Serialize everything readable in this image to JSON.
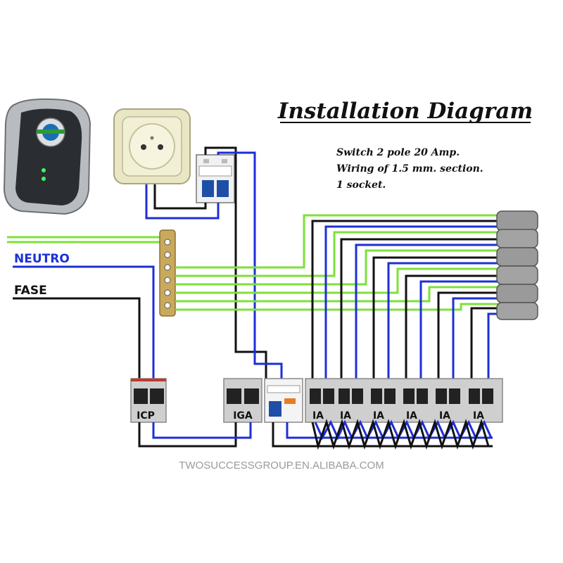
{
  "title": "Installation Diagram",
  "notes": [
    "Switch 2 pole 20 Amp.",
    "Wiring of 1.5 mm. section.",
    "1 socket."
  ],
  "wire_labels": {
    "neutral": "NEUTRO",
    "phase": "FASE"
  },
  "breakers": {
    "icp": "ICP",
    "iga": "IGA",
    "ia": [
      "IA",
      "IA",
      "IA",
      "IA",
      "IA",
      "IA"
    ]
  },
  "watermark": "TWOSUCCESSGROUP.EN.ALIBABA.COM",
  "colors": {
    "ground": "#7ee03a",
    "neutral": "#1d2fd6",
    "phase": "#111111",
    "title_underline": "#111111"
  },
  "icons": [
    "power-saver-device-icon",
    "wall-socket-icon",
    "two-pole-switch-icon",
    "ground-bar-icon",
    "cable-icon"
  ]
}
